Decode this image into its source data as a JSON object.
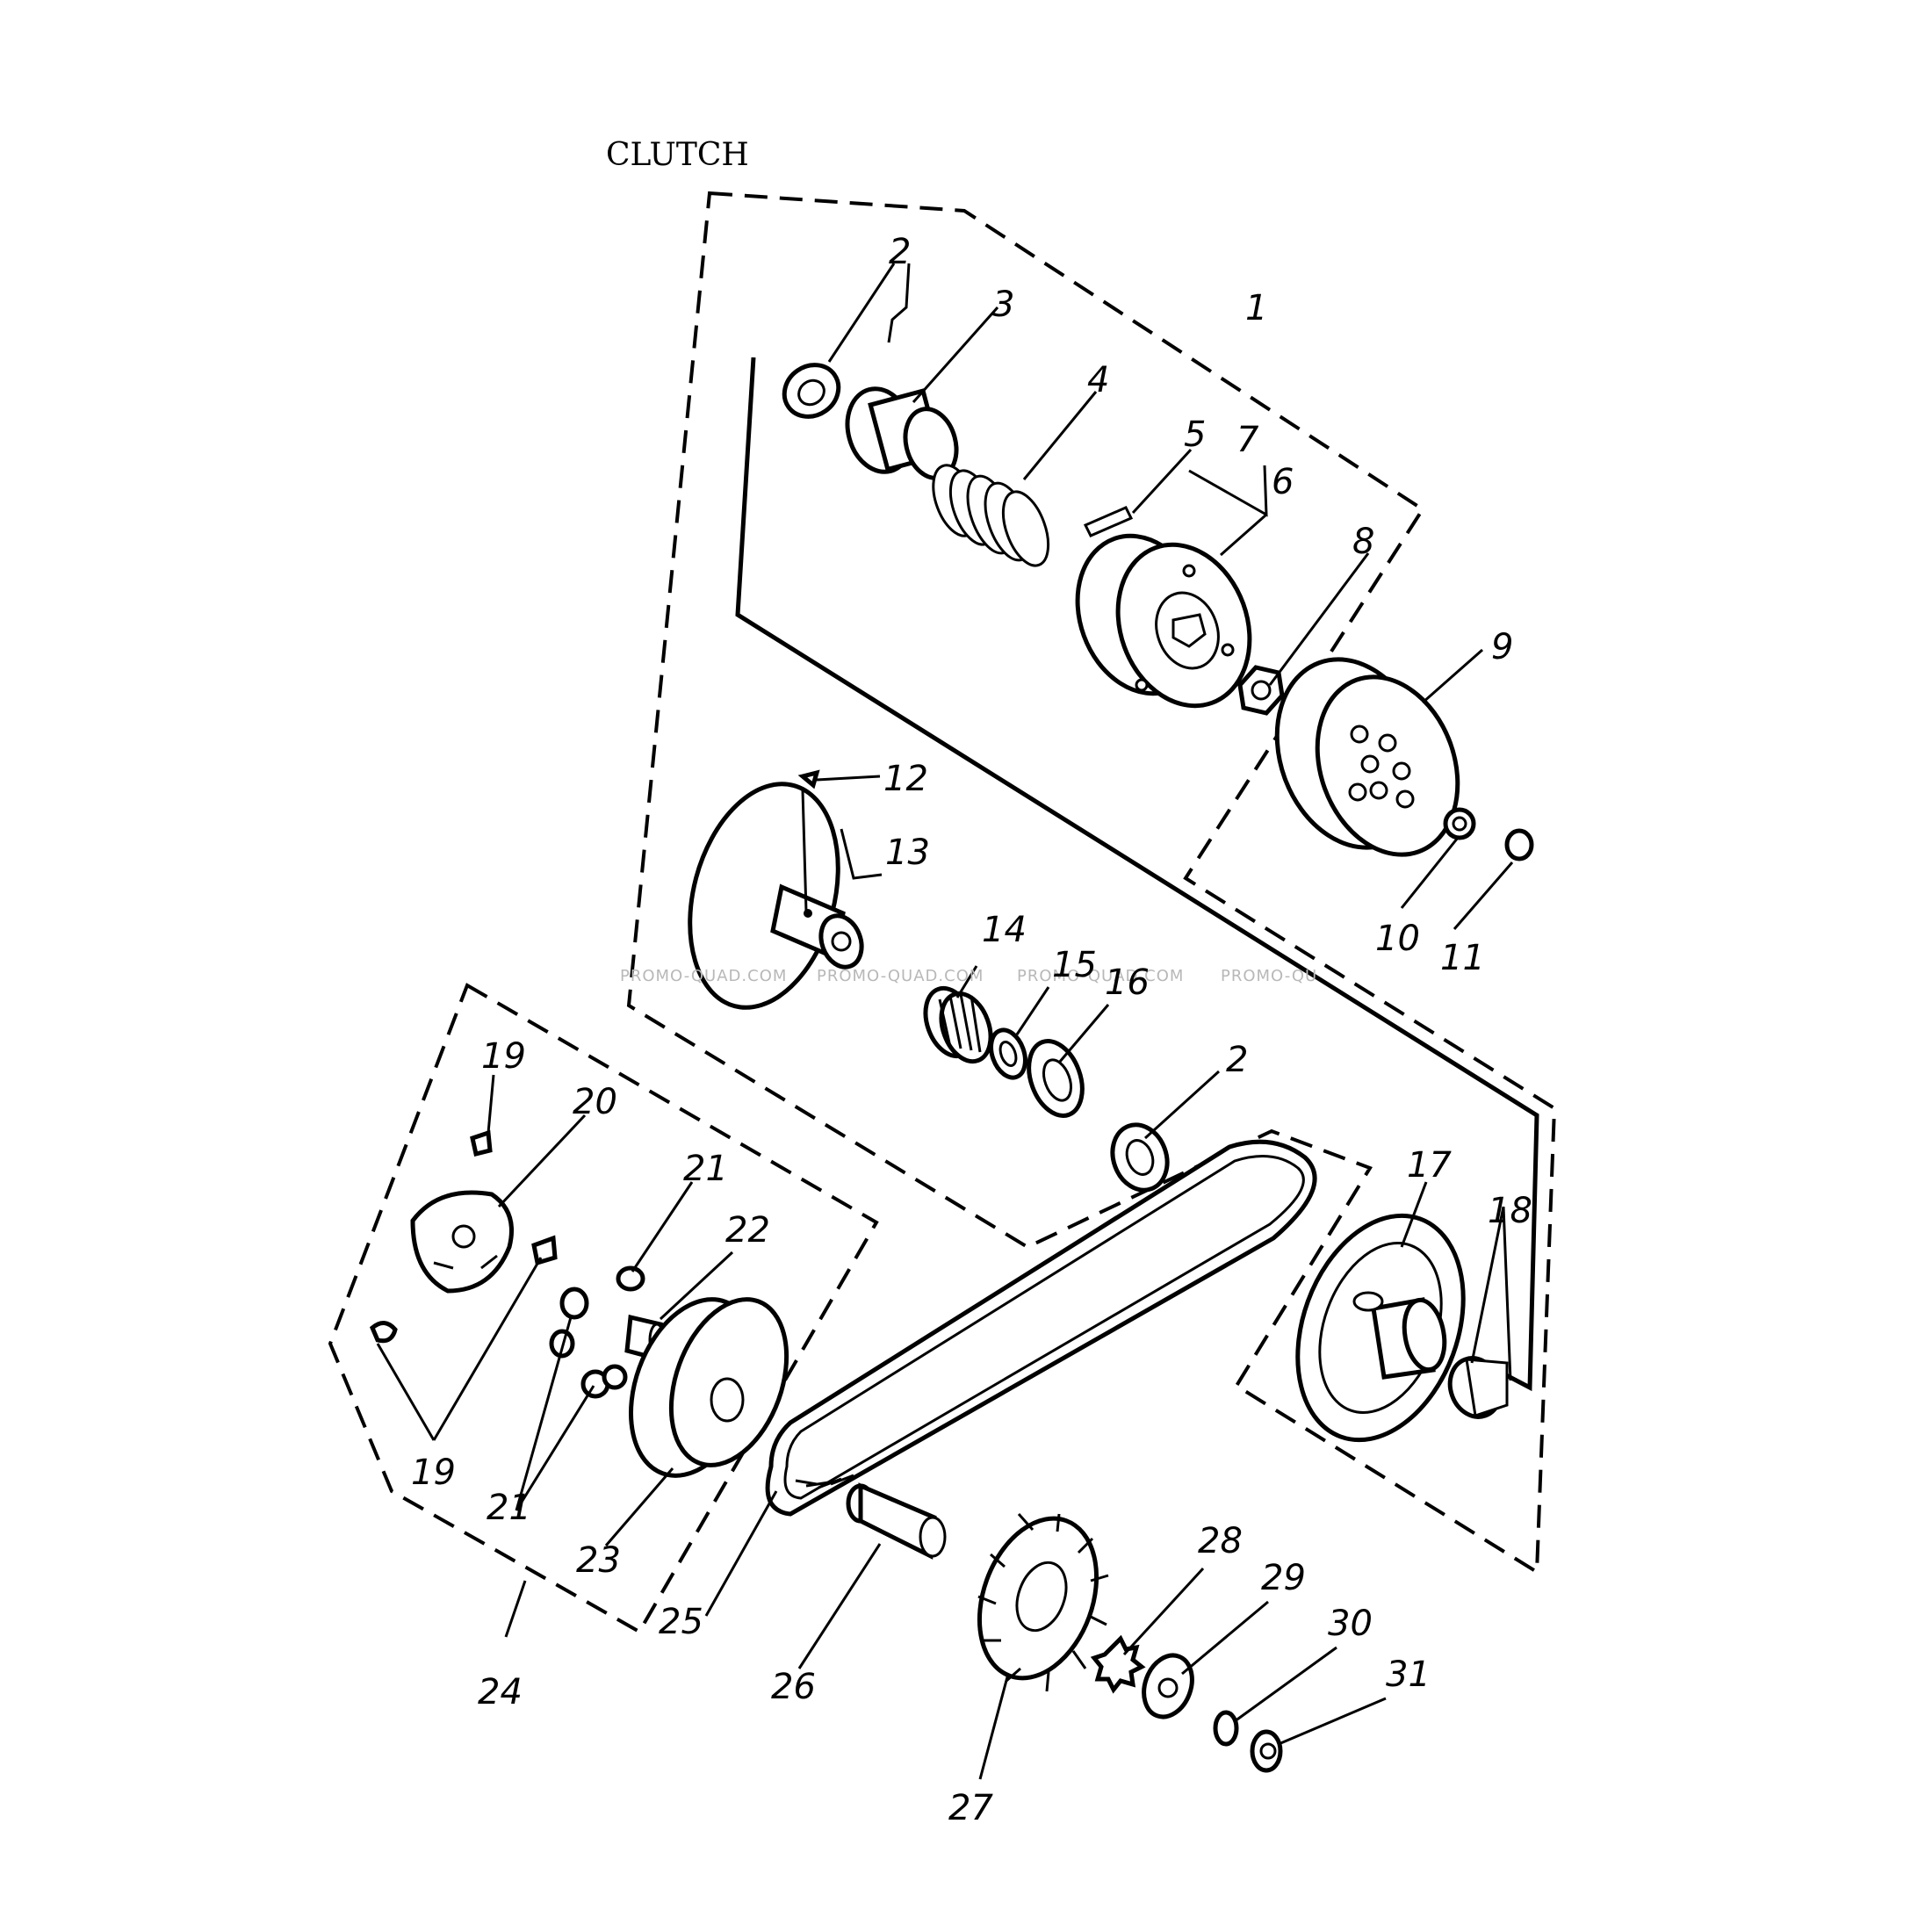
{
  "title": "CLUTCH",
  "watermark": [
    "PROMO-QUAD.COM",
    "PROMO-QUAD.COM",
    "PROMO-QUAD.COM",
    "PROMO-QU"
  ],
  "callouts": {
    "c1": "1",
    "c2a": "2",
    "c2b": "2",
    "c3": "3",
    "c4": "4",
    "c5": "5",
    "c6": "6",
    "c7": "7",
    "c8": "8",
    "c9": "9",
    "c10": "10",
    "c11": "11",
    "c12": "12",
    "c13": "13",
    "c14": "14",
    "c15": "15",
    "c16": "16",
    "c17": "17",
    "c18": "18",
    "c19a": "19",
    "c19b": "19",
    "c20": "20",
    "c21a": "21",
    "c21b": "21",
    "c22": "22",
    "c23": "23",
    "c24": "24",
    "c25": "25",
    "c26": "26",
    "c27": "27",
    "c28": "28",
    "c29": "29",
    "c30": "30",
    "c31": "31"
  },
  "colors": {
    "ink": "#000000",
    "paper": "#ffffff",
    "watermark": "#b8b8b8"
  }
}
